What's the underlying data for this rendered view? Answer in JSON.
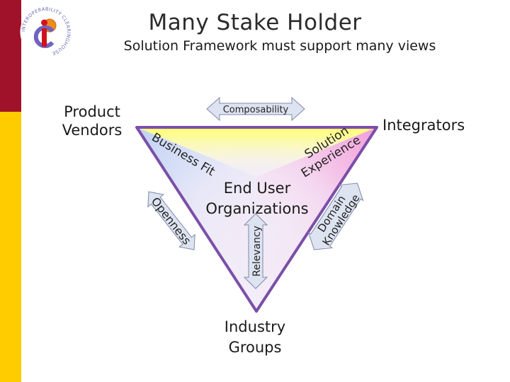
{
  "title": "Many Stake Holder",
  "subtitle": "Solution Framework must support many views",
  "logo": {
    "ring_text": "INTEROPERABILITY CLEARINGHOUSE",
    "mark": "iC"
  },
  "stakeholders": {
    "top_left": [
      "Product",
      "Vendors"
    ],
    "top_right": "Integrators",
    "center": [
      "End User",
      "Organizations"
    ],
    "bottom": [
      "Industry",
      "Groups"
    ]
  },
  "arrows": {
    "top": "Composability",
    "left": "Openness",
    "right": [
      "Domain",
      "Knowledge"
    ],
    "center": "Relevancy"
  },
  "inner_edges": {
    "left": "Business Fit",
    "right": [
      "Solution",
      "Experience"
    ]
  },
  "colors": {
    "left_bar_top": "#a0122a",
    "left_bar_bottom": "#ffcc00",
    "triangle_outline": "#7b4fa8",
    "arrow_fill": "#dde3f0",
    "arrow_stroke": "#7d89ab",
    "top_gradient": "#ffff7a",
    "left_gradient": "#c8d6f4",
    "right_gradient": "#f3a7df"
  }
}
